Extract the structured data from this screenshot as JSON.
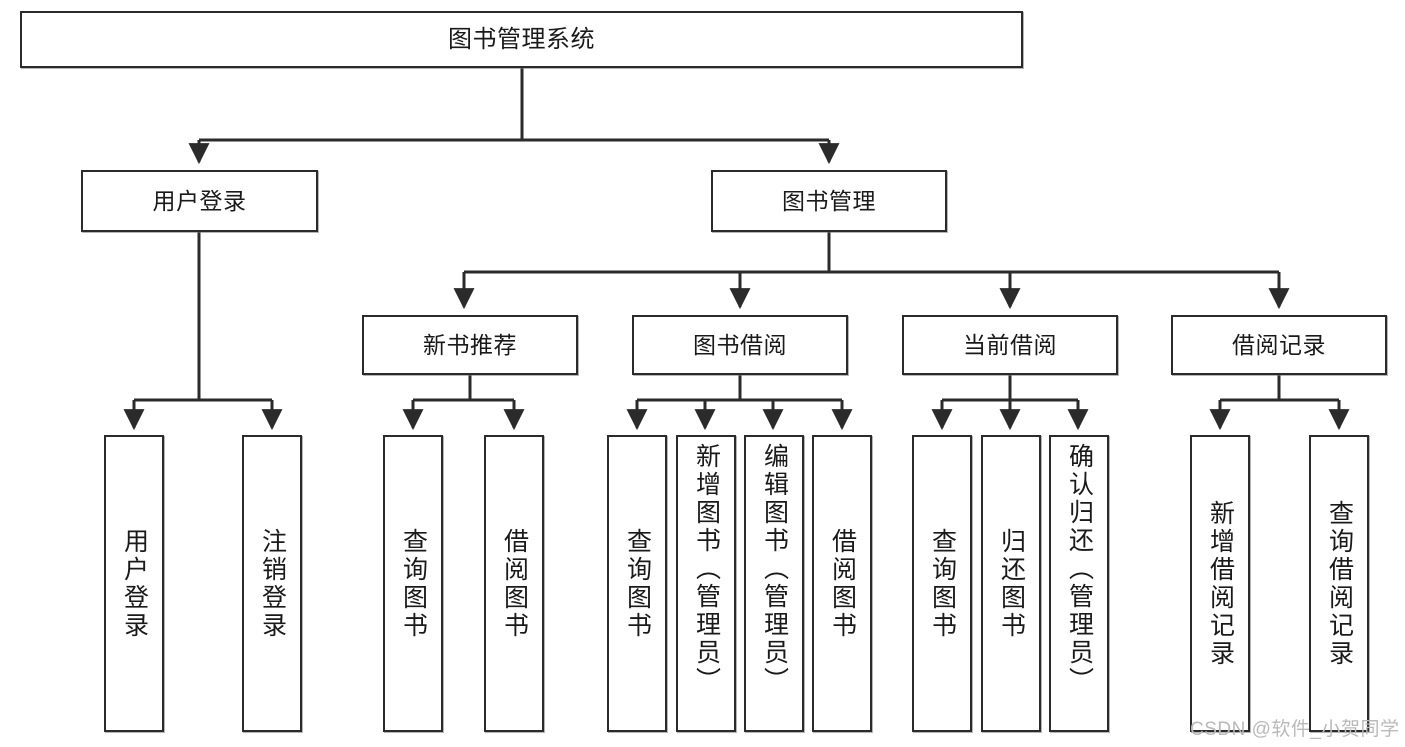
{
  "diagram": {
    "title": "图书管理系统",
    "type": "tree-hierarchy-diagram",
    "colors": {
      "box_border": "#2b2b2b",
      "box_fill": "#ffffff",
      "edge": "#2b2b2b",
      "text": "#1a1a1a",
      "watermark": "#b9b9b9",
      "background": "#ffffff"
    }
  },
  "nodes": {
    "root": {
      "label": "图书管理系统"
    },
    "level2": [
      {
        "id": "user-login",
        "label": "用户登录"
      },
      {
        "id": "book-manage",
        "label": "图书管理"
      }
    ],
    "level3": [
      {
        "id": "new-book-recommend",
        "label": "新书推荐"
      },
      {
        "id": "book-borrow",
        "label": "图书借阅"
      },
      {
        "id": "current-borrow",
        "label": "当前借阅"
      },
      {
        "id": "borrow-record",
        "label": "借阅记录"
      }
    ],
    "leaves": {
      "user_login": [
        {
          "id": "leaf-user-login",
          "label": "用户登录"
        },
        {
          "id": "leaf-logout-login",
          "label": "注销登录"
        }
      ],
      "new_book_recommend": [
        {
          "id": "leaf-query-book-1",
          "label": "查询图书"
        },
        {
          "id": "leaf-borrow-book-1",
          "label": "借阅图书"
        }
      ],
      "book_borrow": [
        {
          "id": "leaf-query-book-2",
          "label": "查询图书"
        },
        {
          "id": "leaf-add-book",
          "label": "新增图书（管理员）"
        },
        {
          "id": "leaf-edit-book",
          "label": "编辑图书（管理员）"
        },
        {
          "id": "leaf-borrow-book-2",
          "label": "借阅图书"
        }
      ],
      "current_borrow": [
        {
          "id": "leaf-query-book-3",
          "label": "查询图书"
        },
        {
          "id": "leaf-return-book",
          "label": "归还图书"
        },
        {
          "id": "leaf-confirm-return",
          "label": "确认归还（管理员）"
        }
      ],
      "borrow_record": [
        {
          "id": "leaf-add-record",
          "label": "新增借阅记录"
        },
        {
          "id": "leaf-query-record",
          "label": "查询借阅记录"
        }
      ]
    }
  },
  "watermark": {
    "text": "CSDN @软件_小贺同学"
  }
}
